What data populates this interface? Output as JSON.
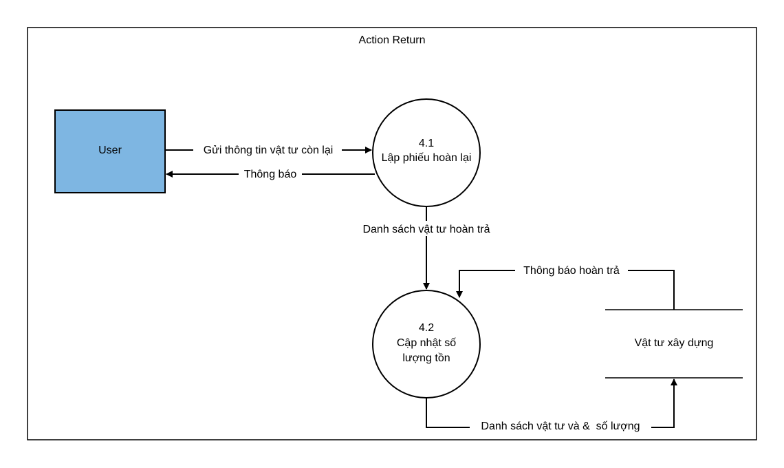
{
  "frame": {
    "title": "Action Return"
  },
  "entities": {
    "user": {
      "label": "User",
      "fill": "#7eb6e2"
    }
  },
  "processes": {
    "p41": {
      "id": "4.1",
      "name": "Lập phiếu hoàn lại"
    },
    "p42": {
      "id": "4.2",
      "name_line1": "Cập nhật số",
      "name_line2": "lượng tồn"
    }
  },
  "data_store": {
    "label": "Vật tư xây dựng"
  },
  "flows": {
    "user_to_p41": "Gửi thông tin vật tư còn lại",
    "p41_to_user": "Thông báo",
    "p41_to_p42": "Danh sách vật tư hoàn trả",
    "store_to_p42": "Thông báo hoàn trả",
    "p42_to_store": "Danh sách vật tư và &  số lượng"
  },
  "colors": {
    "stroke": "#000000",
    "background": "#ffffff"
  }
}
